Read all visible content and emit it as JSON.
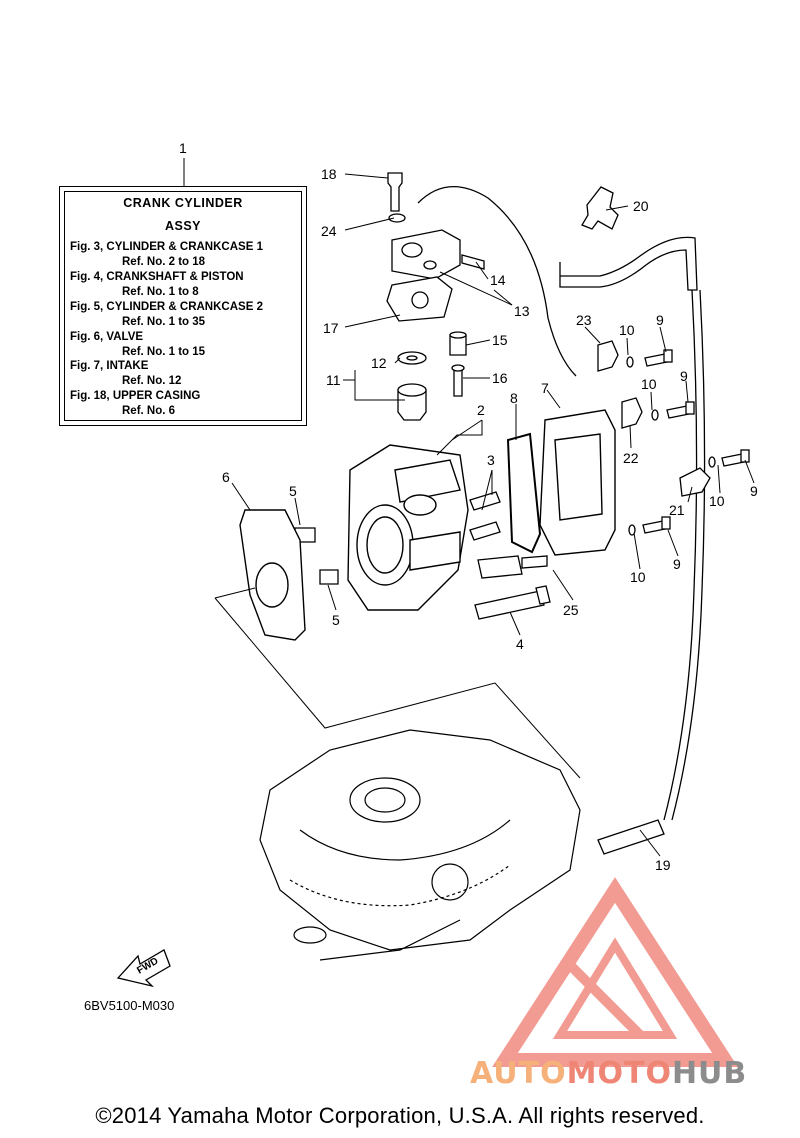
{
  "reference_box": {
    "title_line1": "CRANK CYLINDER",
    "title_line2": "ASSY",
    "lines": [
      "Fig. 3, CYLINDER & CRANKCASE 1",
      "Ref. No. 2 to 18",
      "Fig. 4, CRANKSHAFT & PISTON",
      "Ref. No. 1 to 8",
      "Fig. 5, CYLINDER & CRANKCASE 2",
      "Ref. No. 1 to 35",
      "Fig. 6, VALVE",
      "Ref. No. 1 to 15",
      "Fig. 7, INTAKE",
      "Ref. No. 12",
      "Fig. 18, UPPER CASING",
      "Ref. No. 6"
    ]
  },
  "callouts": [
    "1",
    "18",
    "24",
    "20",
    "14",
    "13",
    "17",
    "15",
    "12",
    "11",
    "16",
    "23",
    "10",
    "9",
    "10",
    "9",
    "7",
    "8",
    "2",
    "3",
    "22",
    "6",
    "5",
    "5",
    "4",
    "25",
    "21",
    "10",
    "9",
    "10",
    "9",
    "19"
  ],
  "fwd_label": "FWD",
  "drawing_code": "6BV5100-M030",
  "copyright": "©2014 Yamaha Motor Corporation, U.S.A. All rights reserved.",
  "watermark": {
    "part1": "AUTO",
    "part2": "MOTO",
    "part3": "HUB",
    "colors": {
      "auto": "#f6b07a",
      "moto": "#ee8575",
      "hub": "#8c8c8c",
      "triangle": "#f08a80"
    }
  }
}
